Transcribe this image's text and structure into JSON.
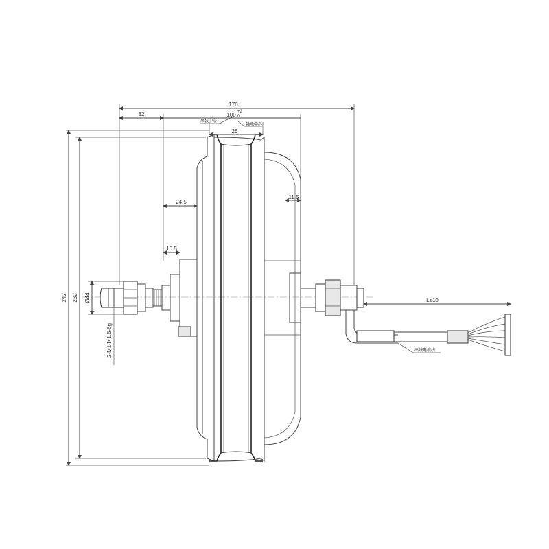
{
  "drawing": {
    "dimensions": {
      "overall_width": "170",
      "flange_offset": "32",
      "rim_width": "100",
      "rim_width_tol_upper": "+2",
      "rim_width_tol_lower": "0",
      "rim_inner": "26",
      "left_step": "24.5",
      "right_step": "11.5",
      "shaft_step": "10.5",
      "outer_diameter": "242",
      "inner_diameter": "232",
      "shaft_diameter": "Ø44",
      "thread_spec": "2-M14×1.5-6g",
      "cable_length": "L±10"
    },
    "notes": {
      "rim_center": "吊装中心",
      "hub_center": "轴承中心",
      "cable": "出线电缆线"
    }
  }
}
